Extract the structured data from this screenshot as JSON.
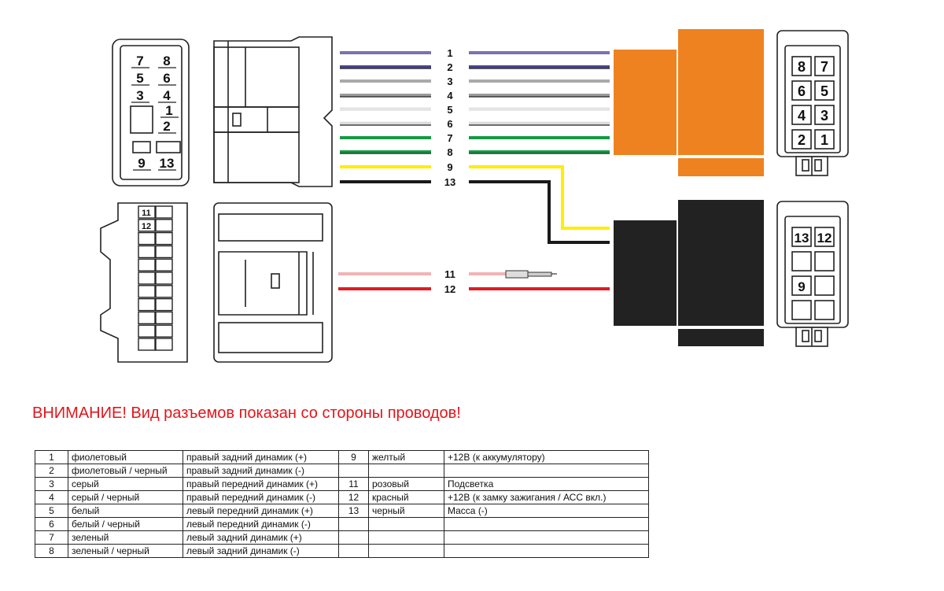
{
  "warning": "ВНИМАНИЕ! Вид разъемов показан со стороны проводов!",
  "wires": [
    {
      "label": "1",
      "color": "#7b72b0"
    },
    {
      "label": "2",
      "color": "#4a4590",
      "stripe": "#222222"
    },
    {
      "label": "3",
      "color": "#aaaaaa"
    },
    {
      "label": "4",
      "color": "#9a9a9a",
      "stripe": "#222222"
    },
    {
      "label": "5",
      "color": "#e6e6e6"
    },
    {
      "label": "6",
      "color": "#dddddd",
      "stripe": "#222222"
    },
    {
      "label": "7",
      "color": "#149944"
    },
    {
      "label": "8",
      "color": "#149944",
      "stripe": "#222222"
    },
    {
      "label": "9",
      "color": "#ffee00"
    },
    {
      "label": "13",
      "color": "#1a1a1a"
    },
    {
      "label": "11",
      "color": "#f2b3b3"
    },
    {
      "label": "12",
      "color": "#e31b23"
    }
  ],
  "colors": {
    "orange": "#ef8220",
    "black_block": "#222222",
    "warning_red": "#e3151a"
  },
  "left_connector_top": {
    "pins": [
      "7",
      "8",
      "5",
      "6",
      "3",
      "4",
      "1",
      "2",
      "9",
      "13"
    ]
  },
  "left_connector_bottom": {
    "pins": [
      "11",
      "12"
    ]
  },
  "right_connector_top": {
    "pins": [
      "8",
      "7",
      "6",
      "5",
      "4",
      "3",
      "2",
      "1"
    ]
  },
  "right_connector_bottom": {
    "pins": [
      "13",
      "12",
      "9"
    ]
  },
  "legend": {
    "rows": [
      [
        "1",
        "фиолетовый",
        "правый задний динамик (+)",
        "9",
        "желтый",
        "+12В (к аккумулятору)"
      ],
      [
        "2",
        "фиолетовый / черный",
        "правый задний динамик (-)",
        "",
        "",
        ""
      ],
      [
        "3",
        "серый",
        "правый передний динамик (+)",
        "11",
        "розовый",
        "Подсветка"
      ],
      [
        "4",
        "серый / черный",
        "правый передний динамик (-)",
        "12",
        "красный",
        "+12В (к замку зажигания / АСС вкл.)"
      ],
      [
        "5",
        "белый",
        "левый передний динамик (+)",
        "13",
        "черный",
        "Масса (-)"
      ],
      [
        "6",
        "белый / черный",
        "левый передний динамик (-)",
        "",
        "",
        ""
      ],
      [
        "7",
        "зеленый",
        "левый задний динамик (+)",
        "",
        "",
        ""
      ],
      [
        "8",
        "зеленый / черный",
        "левый задний динамик (-)",
        "",
        "",
        ""
      ]
    ]
  }
}
